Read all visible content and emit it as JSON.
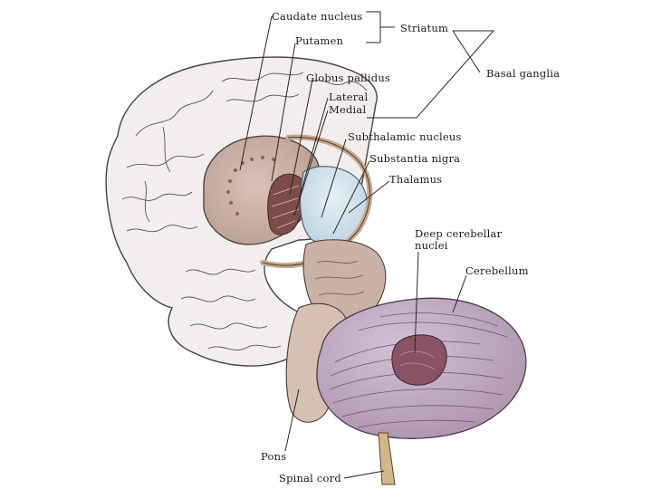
{
  "labels": {
    "caudate_nucleus": "Caudate nucleus",
    "putamen": "Putamen",
    "striatum": "Striatum",
    "basal_ganglia": "Basal ganglia",
    "globus_pallidus": "Globus pallidus",
    "lateral": "Lateral",
    "medial": "Medial",
    "subthalamic_nucleus": "Subthalamic nucleus",
    "substantia_nigra": "Substantia nigra",
    "thalamus": "Thalamus",
    "deep_cerebellar_nuclei": "Deep cerebellar nuclei",
    "cerebellum": "Cerebellum",
    "pons": "Pons",
    "spinal_cord": "Spinal cord"
  },
  "colors": {
    "cortex": "#f3eeee",
    "cortex_shade": "#e6dcdc",
    "striatum": "#cdb3a8",
    "caudate_dark": "#8e5e5a",
    "pallidus": "#7c4c4a",
    "thalamus": "#c7dbe8",
    "cerebellum": "#b9a0b8",
    "cerebellum_light": "#cdb8d2",
    "deep_nuclei": "#8a5263",
    "brainstem": "#cbb2a6",
    "spinal_cord": "#d2b78a",
    "outline": "#4a4040"
  }
}
